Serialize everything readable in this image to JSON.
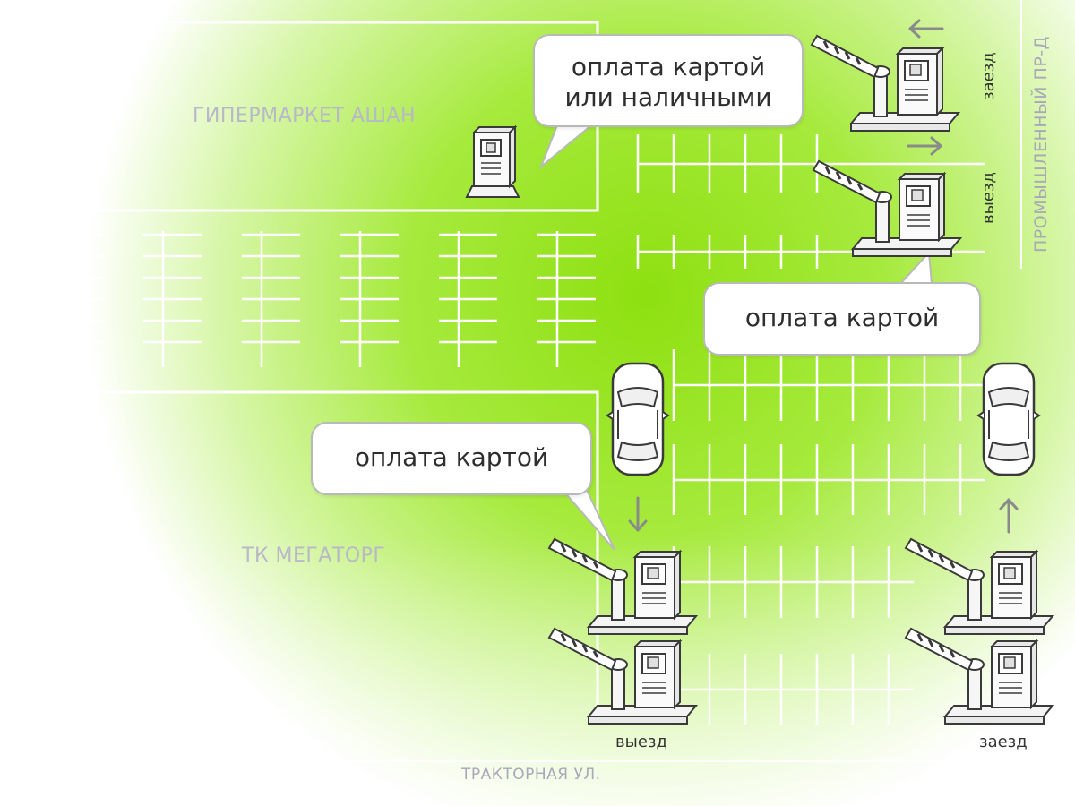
{
  "buildings": {
    "hypermarket": "ГИПЕРМАРКЕТ АШАН",
    "mall": "ТК МЕГАТОРГ"
  },
  "streets": {
    "bottom": "ТРАКТОРНАЯ УЛ.",
    "right": "ПРОМЫШЛЕННЫЙ ПР-Д"
  },
  "bubbles": {
    "terminal_line1": "оплата картой",
    "terminal_line2": "или наличными",
    "right_exit": "оплата картой",
    "left_exit": "оплата картой"
  },
  "labels": {
    "right_entry": "заезд",
    "right_exit": "выезд",
    "bottom_left": "выезд",
    "bottom_right": "заезд"
  },
  "icons": [
    "arrow-left-icon",
    "arrow-right-icon",
    "arrow-down-icon",
    "arrow-up-icon",
    "car-icon",
    "barrier-icon",
    "payment-terminal-icon"
  ]
}
